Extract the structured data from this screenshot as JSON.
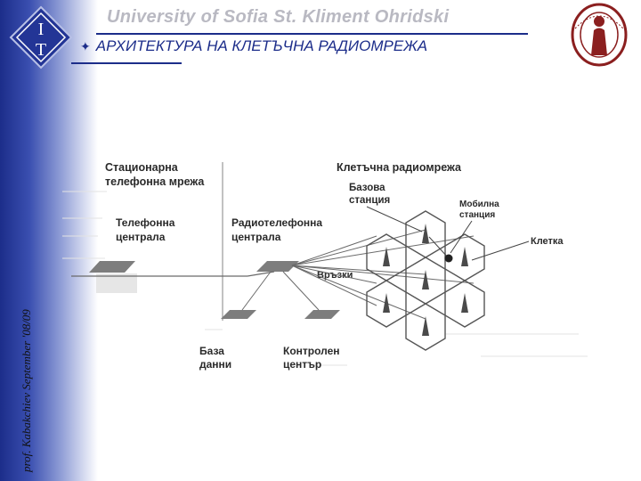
{
  "header": {
    "university": "University of Sofia St. Kliment Ohridski",
    "slide_title": "АРХИТЕКТУРА НА КЛЕТЪЧНА РАДИОМРЕЖА",
    "bullet_icon": "star-bullet",
    "accent_color": "#1c2d8a"
  },
  "sidebar": {
    "author_text": "prof. Kabakchiev September '08/09",
    "logo_letters": [
      "I",
      "T"
    ]
  },
  "diagram": {
    "fixed_network": [
      "Стационарна",
      "телефонна мрежа"
    ],
    "cellular_network": "Клетъчна радиомрежа",
    "phone_exchange": [
      "Телефонна",
      "централа"
    ],
    "radio_exchange": [
      "Радиотелефонна",
      "централа"
    ],
    "base_station": [
      "Базова",
      "станция"
    ],
    "mobile_station": [
      "Мобилна",
      "станция"
    ],
    "cell": "Клетка",
    "links": "Връзки",
    "database": [
      "База",
      "данни"
    ],
    "control_center": [
      "Контролен",
      "център"
    ]
  }
}
